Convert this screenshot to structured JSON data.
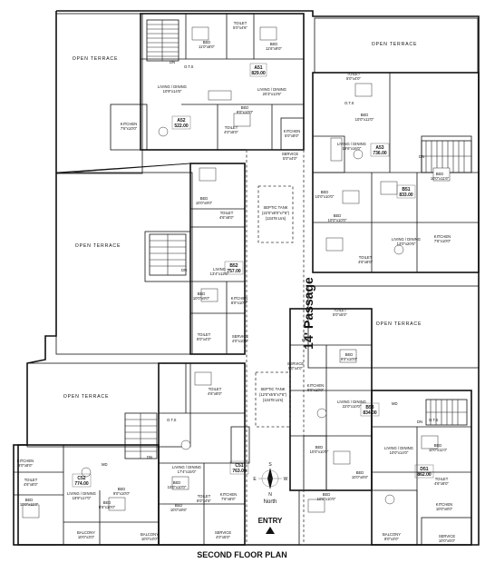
{
  "plan": {
    "title": "SECOND FLOOR PLAN",
    "passage": "14' Passage",
    "entry": "ENTRY",
    "compass": {
      "n": "N",
      "s": "S",
      "e": "E",
      "w": "W",
      "label": "North"
    },
    "terraces": {
      "t1": "OPEN TERRACE",
      "t2": "OPEN TERRACE",
      "t3": "OPEN TERRACE",
      "t4": "OPEN TERRACE",
      "t5": "OPEN TERRACE"
    },
    "septic1": {
      "title": "SEPTIC TANK",
      "dim": "(22'0\"x8'0\"x7'6\")",
      "cap": "(13478 Ltrs)"
    },
    "septic2": {
      "title": "SEPTIC TANK",
      "dim": "(12'0\"x5'6\"x7'6\")",
      "cap": "(13478 Ltrs)"
    },
    "units": {
      "a51": {
        "code": "A51",
        "area": "829.00"
      },
      "a52": {
        "code": "A52",
        "area": "522.00"
      },
      "a53": {
        "code": "A53",
        "area": "736.00"
      },
      "b51": {
        "code": "B51",
        "area": "833.00"
      },
      "b52": {
        "code": "B52",
        "area": "757.00"
      },
      "b53": {
        "code": "B53",
        "area": "834.00"
      },
      "c51": {
        "code": "C51",
        "area": "763.00"
      },
      "c52": {
        "code": "C52",
        "area": "774.00"
      },
      "d51": {
        "code": "D51",
        "area": "862.00"
      }
    },
    "rooms": {
      "r1": {
        "name": "BED",
        "dim": "11'0\"x8'0\""
      },
      "r2": {
        "name": "TOILET",
        "dim": "5'0\"x4'6\""
      },
      "r3": {
        "name": "BED",
        "dim": "11'6\"x9'0\""
      },
      "r4": {
        "name": "LIVING / DINING",
        "dim": "10'9\"x14'6\""
      },
      "r5": {
        "name": "LIVING / DINING",
        "dim": "20'3\"x13'6\""
      },
      "r6": {
        "name": "BED",
        "dim": "9'0\"x10'0\""
      },
      "r7": {
        "name": "KITCHEN",
        "dim": "7'6\"x10'0\""
      },
      "r8": {
        "name": "TOILET",
        "dim": "4'0\"x6'0\""
      },
      "r9": {
        "name": "KITCHEN",
        "dim": "5'0\"x8'0\""
      },
      "r10": {
        "name": "SERVICE",
        "dim": "5'0\"x4'0\""
      },
      "r11": {
        "name": "TOILET",
        "dim": "5'0\"x4'0\""
      },
      "r12": {
        "name": "BED",
        "dim": "10'0\"x12'0\""
      },
      "r13": {
        "name": "LIVING / DINING",
        "dim": "19'6\"x16'0\""
      },
      "r14": {
        "name": "BED",
        "dim": "10'0\"x11'6\""
      },
      "r15": {
        "name": "BED",
        "dim": "10'0\"x10'0\""
      },
      "r16": {
        "name": "BED",
        "dim": "10'0\"x10'0\""
      },
      "r17": {
        "name": "LIVING / DINING",
        "dim": "13'0\"x20'6\""
      },
      "r18": {
        "name": "KITCHEN",
        "dim": "7'6\"x10'0\""
      },
      "r19": {
        "name": "TOILET",
        "dim": "4'6\"x8'0\""
      },
      "r20": {
        "name": "BED",
        "dim": "10'0\"x9'0\""
      },
      "r21": {
        "name": "TOILET",
        "dim": "4'6\"x8'0\""
      },
      "r22": {
        "name": "LIVING",
        "dim": "13'4\"x12'0\""
      },
      "r23": {
        "name": "BED",
        "dim": "10'0\"x9'0\""
      },
      "r24": {
        "name": "KITCHEN",
        "dim": "8'0\"x10'0\""
      },
      "r25": {
        "name": "TOILET",
        "dim": "8'0\"x4'0\""
      },
      "r26": {
        "name": "SERVICE",
        "dim": "4'0\"x10'0\""
      },
      "r27": {
        "name": "TOILET",
        "dim": "5'0\"x5'0\""
      },
      "r28": {
        "name": "BED",
        "dim": "9'0\"x10'0\""
      },
      "r29": {
        "name": "SERVICE",
        "dim": "5'0\"x4'0\""
      },
      "r30": {
        "name": "KITCHEN",
        "dim": "8'0\"x10'0\""
      },
      "r31": {
        "name": "LIVING / DINING",
        "dim": "22'0\"x10'0\""
      },
      "r32": {
        "name": "BED",
        "dim": "10'0\"x10'0\""
      },
      "r33": {
        "name": "LIVING / DINING",
        "dim": "10'0\"x14'0\""
      },
      "r34": {
        "name": "BED",
        "dim": "10'0\"x11'0\""
      },
      "r35": {
        "name": "TOILET",
        "dim": "4'6\"x8'0\""
      },
      "r36": {
        "name": "KITCHEN",
        "dim": "10'0\"x8'0\""
      },
      "r37": {
        "name": "SERVICE",
        "dim": "10'0\"x5'0\""
      },
      "r38": {
        "name": "BALCONY",
        "dim": "8'0\"x3'0\""
      },
      "r39": {
        "name": "BED",
        "dim": "10'0\"x10'0\""
      },
      "r40": {
        "name": "BED",
        "dim": "10'0\"x8'6\""
      },
      "r41": {
        "name": "TOILET",
        "dim": "4'6\"x8'0\""
      },
      "r42": {
        "name": "LIVING / DINING",
        "dim": "17'4\"x15'0\""
      },
      "r43": {
        "name": "BED",
        "dim": "10'0\"x10'0\""
      },
      "r44": {
        "name": "TOILET",
        "dim": "8'0\"x4'6\""
      },
      "r45": {
        "name": "KITCHEN",
        "dim": "7'6\"x8'0\""
      },
      "r46": {
        "name": "SERVICE",
        "dim": "4'0\"x5'0\""
      },
      "r47": {
        "name": "BED",
        "dim": "9'0\"x10'0\""
      },
      "r48": {
        "name": "LIVING / DINING",
        "dim": "19'9\"x17'0\""
      },
      "r49": {
        "name": "BED",
        "dim": "10'0\"x11'0\""
      },
      "r50": {
        "name": "BALCONY",
        "dim": "10'0\"x3'0\""
      },
      "r51": {
        "name": "BALCONY",
        "dim": "10'0\"x3'0\""
      },
      "r52": {
        "name": "BED",
        "dim": "8'6\"x10'0\""
      },
      "r53": {
        "name": "KITCHEN",
        "dim": "8'0\"x8'0\""
      },
      "r54": {
        "name": "TOILET",
        "dim": "4'6\"x8'0\""
      },
      "r55": {
        "name": "BED",
        "dim": "10'0\"x8'6\""
      }
    },
    "marks": {
      "dn1": "DN",
      "dn2": "DN",
      "dn3": "DN",
      "dn4": "DN",
      "dn5": "DN",
      "dn6": "DN",
      "md1": "MD",
      "md2": "MD",
      "ots1": "O.T.S",
      "ots2": "O.T.S",
      "ots3": "O.T.S",
      "ots4": "O.T.S"
    }
  }
}
